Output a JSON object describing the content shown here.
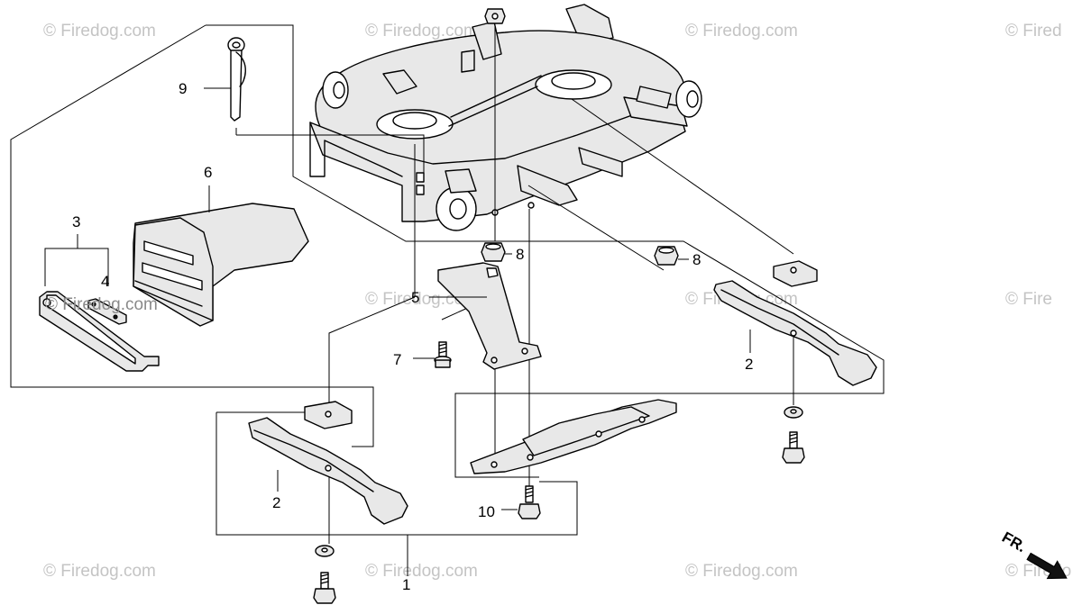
{
  "watermark": "© Firedog.com",
  "watermark_partial": "© Fired",
  "watermark_partial2": "© Fire",
  "watermark_partial3": "© Firedo",
  "watermark_overlap": "© Firedog.com",
  "callouts": {
    "c1": "1",
    "c2a": "2",
    "c2b": "2",
    "c3": "3",
    "c4": "4",
    "c5": "5",
    "c6": "6",
    "c7": "7",
    "c8a": "8",
    "c8b": "8",
    "c9": "9",
    "c10": "10"
  },
  "direction": {
    "label": "FR."
  }
}
